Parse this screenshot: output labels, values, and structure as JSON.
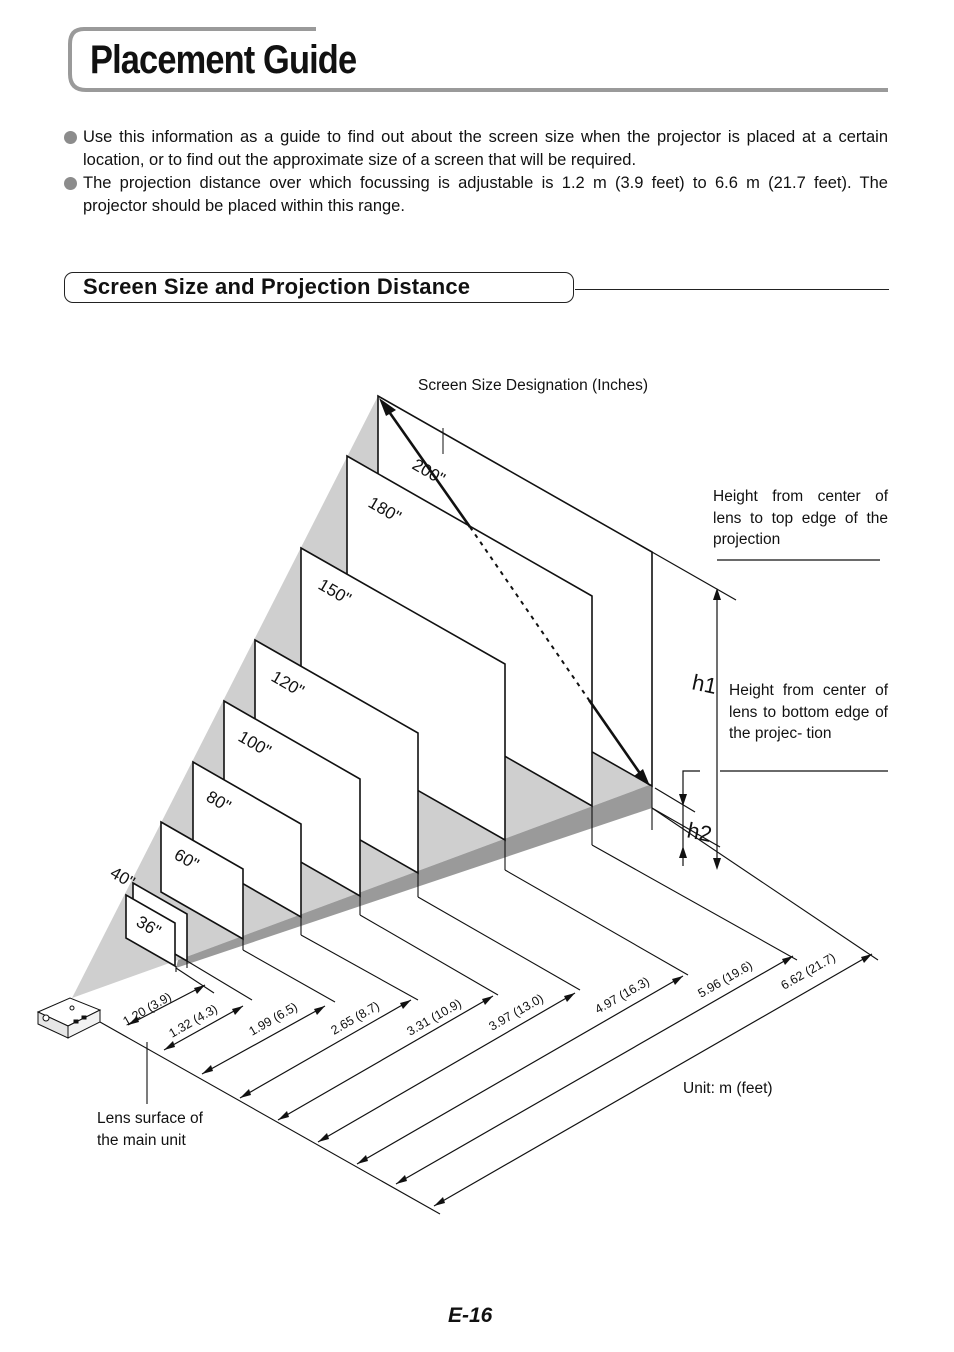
{
  "title": "Placement Guide",
  "bullets": [
    "Use this information as a guide to find out about the screen size when the projector is placed at a certain location, or to find out the approximate size of a screen that will be required.",
    "The projection distance over which focussing is adjustable is 1.2 m (3.9 feet) to 6.6 m (21.7 feet). The projector should be placed within this range."
  ],
  "section_title": "Screen Size and Projection Distance",
  "diagram": {
    "screen_size_caption": "Screen Size Designation (Inches)",
    "screen_sizes": [
      "36\"",
      "40\"",
      "60\"",
      "80\"",
      "100\"",
      "120\"",
      "150\"",
      "180\"",
      "200\""
    ],
    "distances": [
      "1.20 (3.9)",
      "1.32 (4.3)",
      "1.99 (6.5)",
      "2.65 (8.7)",
      "3.31 (10.9)",
      "3.97 (13.0)",
      "4.97 (16.3)",
      "5.96 (19.6)",
      "6.62 (21.7)"
    ],
    "h1_label": "h1",
    "h2_label": "h2",
    "h1_description": "Height from center of lens to top edge of the projection",
    "h2_description": "Height from center of lens to bottom edge of the projec- tion",
    "lens_label": "Lens surface of the main unit",
    "unit_label": "Unit: m (feet)"
  },
  "page_number": "E-16",
  "colors": {
    "bullet_dot": "#8c8c8c",
    "beam_light": "#cfcfcf",
    "beam_dark": "#9a9a9a",
    "title_frame": "#9a9a9a"
  }
}
